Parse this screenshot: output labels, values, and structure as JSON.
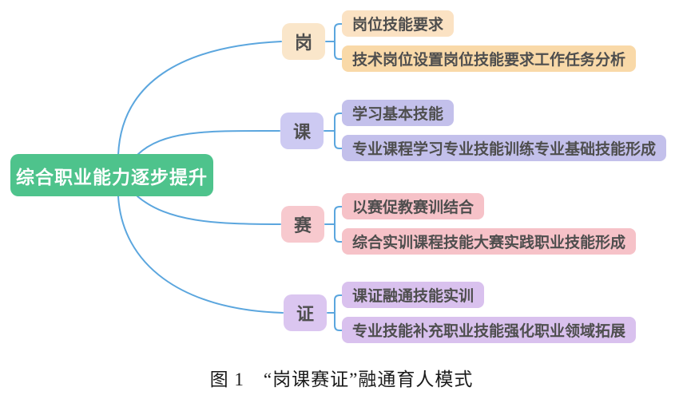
{
  "root": {
    "label": "综合职业能力逐步提升"
  },
  "branches": [
    {
      "label": "岗",
      "children": [
        {
          "text": "岗位技能要求"
        },
        {
          "text": "技术岗位设置岗位技能要求工作任务分析"
        }
      ]
    },
    {
      "label": "课",
      "children": [
        {
          "text": "学习基本技能"
        },
        {
          "text": "专业课程学习专业技能训练专业基础技能形成"
        }
      ]
    },
    {
      "label": "赛",
      "children": [
        {
          "text": "以赛促教赛训结合"
        },
        {
          "text": "综合实训课程技能大赛实践职业技能形成"
        }
      ]
    },
    {
      "label": "证",
      "children": [
        {
          "text": "课证融通技能实训"
        },
        {
          "text": "专业技能补充职业技能强化职业领域拓展"
        }
      ]
    }
  ],
  "caption": "图 1　“岗课赛证”融通育人模式",
  "colors": {
    "root_bg": "#4EC38C",
    "root_text": "#FFFFFF",
    "connector": "#5BA6DE",
    "node_text": "#4E4E4E",
    "gang_label_bg": "#FAE6CA",
    "gang_child1_bg": "#FBE2C3",
    "gang_child2_bg": "#F9D9A8",
    "ke_label_bg": "#CDCAF2",
    "ke_child_bg": "#C3C0EB",
    "sai_label_bg": "#F7C9CE",
    "sai_child_bg": "#F6C2C8",
    "zheng_label_bg": "#DBC6F0",
    "zheng_child_bg": "#D9C1EE"
  }
}
